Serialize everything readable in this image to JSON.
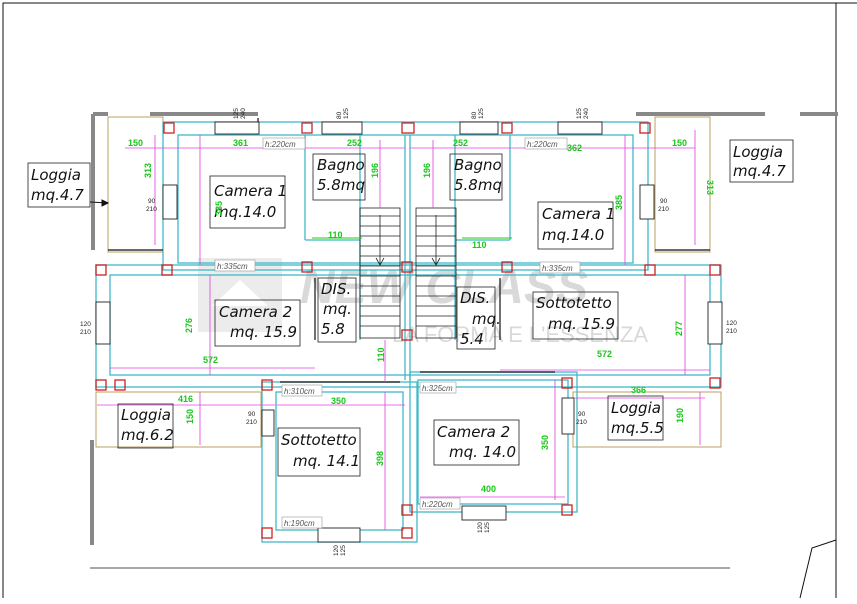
{
  "rooms": [
    {
      "id": "loggia-nw",
      "line1": "Loggia",
      "line2": "mq.4.7"
    },
    {
      "id": "loggia-ne",
      "line1": "Loggia",
      "line2": "mq.4.7"
    },
    {
      "id": "camera1-w",
      "line1": "Camera 1",
      "line2": "mq.14.0"
    },
    {
      "id": "camera1-e",
      "line1": "Camera 1",
      "line2": "mq.14.0"
    },
    {
      "id": "bagno-w",
      "line1": "Bagno",
      "line2": "5.8mq"
    },
    {
      "id": "bagno-e",
      "line1": "Bagno",
      "line2": "5.8mq"
    },
    {
      "id": "camera2-w",
      "line1": "Camera 2",
      "line2": "mq. 15.9"
    },
    {
      "id": "dis-w",
      "line1": "DIS.",
      "line2": "mq.",
      "line3": "5.8"
    },
    {
      "id": "dis-e",
      "line1": "DIS.",
      "line2": "mq.",
      "line3": "5.4"
    },
    {
      "id": "sottotetto-e",
      "line1": "Sottotetto",
      "line2": "mq. 15.9"
    },
    {
      "id": "loggia-sw",
      "line1": "Loggia",
      "line2": "mq.6.2"
    },
    {
      "id": "sottotetto-s",
      "line1": "Sottotetto",
      "line2": "mq. 14.1"
    },
    {
      "id": "camera2-s",
      "line1": "Camera 2",
      "line2": "mq. 14.0"
    },
    {
      "id": "loggia-se",
      "line1": "Loggia",
      "line2": "mq.5.5"
    }
  ],
  "dimensions": {
    "d150a": "150",
    "d361": "361",
    "d252a": "252",
    "d252b": "252",
    "d362": "362",
    "d150b": "150",
    "d313": "313",
    "d385a": "385",
    "d196a": "196",
    "d196b": "196",
    "d385b": "385",
    "d313b": "313",
    "d110a": "110",
    "d110b": "110",
    "d276": "276",
    "d572a": "572",
    "d572b": "572",
    "d277": "277",
    "d110c": "110",
    "d416": "416",
    "d150c": "150",
    "d350a": "350",
    "d366": "366",
    "d190": "190",
    "d398": "398",
    "d350b": "350",
    "d400": "400"
  },
  "heights": {
    "h1": "h:220cm",
    "h2": "h:220cm",
    "h3": "h:335cm",
    "h4": "h:335cm",
    "h5": "h:310cm",
    "h6": "h:325cm",
    "h7": "h:220cm",
    "h8": "h:190cm"
  },
  "windows": {
    "w1a": "125",
    "w1b": "240",
    "w2a": "80",
    "w2b": "125",
    "w3a": "80",
    "w3b": "125",
    "w4a": "125",
    "w4b": "240",
    "w5a": "90",
    "w5b": "210",
    "w6a": "90",
    "w6b": "210",
    "w7a": "120",
    "w7b": "210",
    "w8a": "120",
    "w8b": "210",
    "w9a": "90",
    "w9b": "210",
    "w10a": "90",
    "w10b": "210",
    "w11a": "120",
    "w11b": "125",
    "w12a": "120",
    "w12b": "125"
  },
  "watermark": {
    "brand": "NEW CLASS",
    "tagline": "LA FORMA E L'ESSENZA"
  },
  "colors": {
    "wall": "#3fb8c8",
    "column": "#cc2222",
    "dimension": "#19c819",
    "dimline": "#e040e0",
    "outline": "#111111"
  }
}
